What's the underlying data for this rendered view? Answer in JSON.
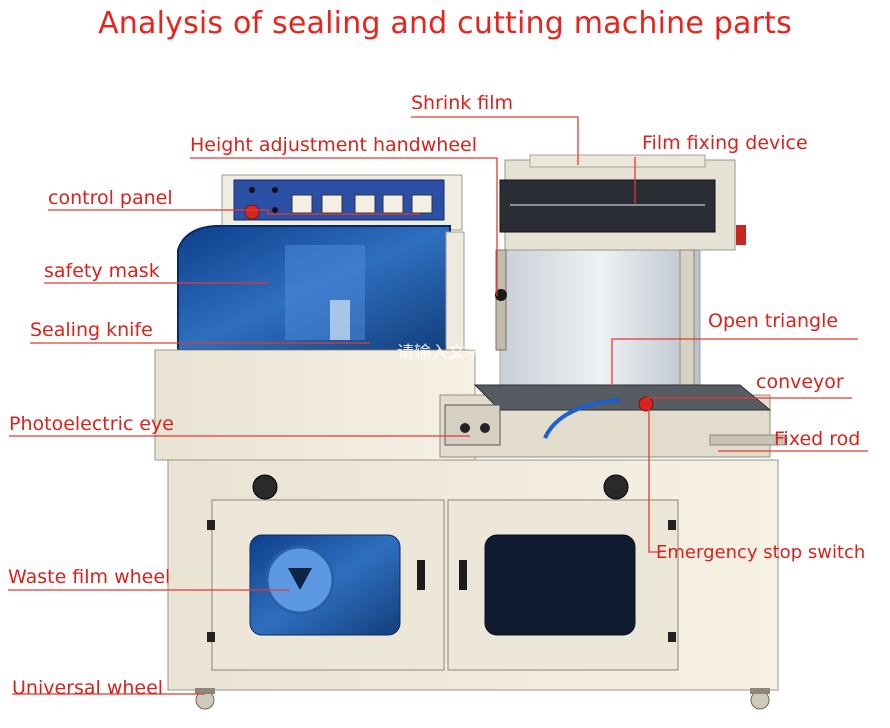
{
  "title": "Analysis of sealing and cutting machine parts",
  "accent_color": "#e8231c",
  "labels": {
    "shrink_film": "Shrink film",
    "height_adjustment_handwheel": "Height adjustment handwheel",
    "film_fixing_device": "Film fixing device",
    "control_panel": "control panel",
    "safety_mask": "safety mask",
    "sealing_knife": "Sealing knife",
    "open_triangle": "Open triangle",
    "conveyor": "conveyor",
    "photoelectric_eye": "Photoelectric eye",
    "fixed_rod": "Fixed rod",
    "emergency_stop_switch": "Emergency stop switch",
    "waste_film_wheel": "Waste film wheel",
    "universal_wheel": "Universal wheel"
  },
  "watermark": "请输入文字"
}
